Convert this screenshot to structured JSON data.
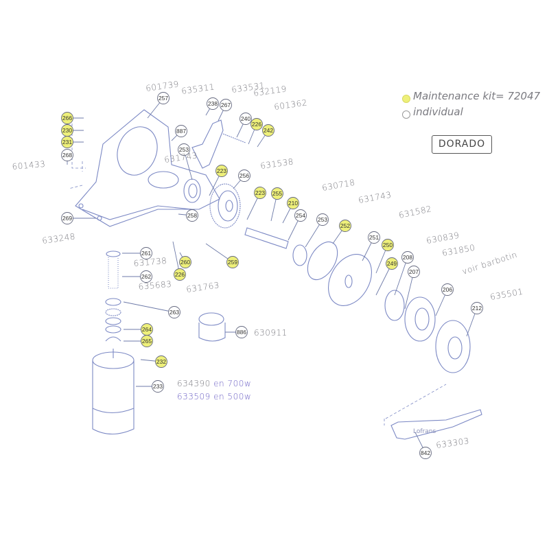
{
  "title": "DORADO",
  "legend": {
    "kit_label": "Maintenance kit= 72047",
    "individual_label": "individual",
    "kit_color": "#eef07a",
    "individual_color": "#ffffff"
  },
  "callouts": [
    {
      "num": "266",
      "kit": true
    },
    {
      "num": "230",
      "kit": true
    },
    {
      "num": "231",
      "kit": true
    },
    {
      "num": "268",
      "kit": false
    },
    {
      "num": "269",
      "kit": false
    },
    {
      "num": "257",
      "kit": false
    },
    {
      "num": "887",
      "kit": false
    },
    {
      "num": "253",
      "kit": false
    },
    {
      "num": "238",
      "kit": false
    },
    {
      "num": "267",
      "kit": false
    },
    {
      "num": "240",
      "kit": false
    },
    {
      "num": "226",
      "kit": true
    },
    {
      "num": "242",
      "kit": true
    },
    {
      "num": "223",
      "kit": true
    },
    {
      "num": "256",
      "kit": false
    },
    {
      "num": "258",
      "kit": false
    },
    {
      "num": "261",
      "kit": false
    },
    {
      "num": "260",
      "kit": true
    },
    {
      "num": "226",
      "kit": true
    },
    {
      "num": "259",
      "kit": true
    },
    {
      "num": "223",
      "kit": true
    },
    {
      "num": "255",
      "kit": true
    },
    {
      "num": "210",
      "kit": true
    },
    {
      "num": "254",
      "kit": false
    },
    {
      "num": "253",
      "kit": false
    },
    {
      "num": "252",
      "kit": true
    },
    {
      "num": "251",
      "kit": false
    },
    {
      "num": "250",
      "kit": true
    },
    {
      "num": "249",
      "kit": true
    },
    {
      "num": "208",
      "kit": false
    },
    {
      "num": "207",
      "kit": false
    },
    {
      "num": "206",
      "kit": false
    },
    {
      "num": "212",
      "kit": false
    },
    {
      "num": "262",
      "kit": false
    },
    {
      "num": "263",
      "kit": false
    },
    {
      "num": "264",
      "kit": true
    },
    {
      "num": "265",
      "kit": true
    },
    {
      "num": "886",
      "kit": false
    },
    {
      "num": "232",
      "kit": true
    },
    {
      "num": "233",
      "kit": false
    },
    {
      "num": "842",
      "kit": false
    }
  ],
  "part_numbers": [
    {
      "text": "601739"
    },
    {
      "text": "635311"
    },
    {
      "text": "633531"
    },
    {
      "text": "632119"
    },
    {
      "text": "601362"
    },
    {
      "text": "601433"
    },
    {
      "text": "633248"
    },
    {
      "text": "631743"
    },
    {
      "text": "631538"
    },
    {
      "text": "630718"
    },
    {
      "text": "631743"
    },
    {
      "text": "631582"
    },
    {
      "text": "630839"
    },
    {
      "text": "631850"
    },
    {
      "text": "voir barbotin"
    },
    {
      "text": "635501"
    },
    {
      "text": "631738"
    },
    {
      "text": "635683"
    },
    {
      "text": "631763"
    },
    {
      "text": "630911"
    },
    {
      "text": "634390 en 700w",
      "purple_from": 7
    },
    {
      "text": "633509 en 500w",
      "purple_from": 7
    },
    {
      "text": "633303"
    }
  ],
  "lever_logo": "Lofrans"
}
